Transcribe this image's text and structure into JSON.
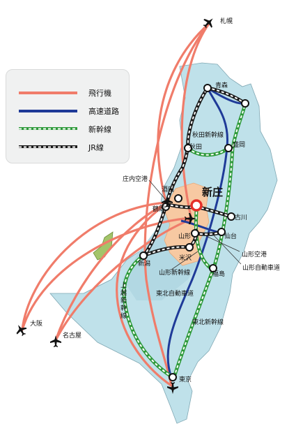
{
  "legend": {
    "airplane": "飛行機",
    "expressway": "高速道路",
    "shinkansen": "新幹線",
    "jr": "JR線"
  },
  "colors": {
    "airplane": "#f07c6a",
    "expressway": "#1f3a98",
    "shinkansen_green": "#2e9a3a",
    "jr_black": "#1a1a1a",
    "land": "#bfe1ea",
    "highlight_region": "#f7c9a2",
    "station_ring": "#e5302a"
  },
  "places": {
    "sapporo": "札幌",
    "aomori": "青森",
    "akita_shinkansen": "秋田新幹線",
    "akita": "秋田",
    "morioka": "盛岡",
    "shonai_airport": "庄内空港",
    "sakata": "酒田",
    "shinjo": "新庄",
    "tsuruoka": "鶴岡",
    "furukawa": "古川",
    "sendai": "仙台",
    "yamagata": "山形",
    "yamagata_airport": "山形空港",
    "yamagata_expressway": "山形自動車道",
    "yonezawa": "米沢",
    "niigata": "新潟",
    "fukushima": "福島",
    "yamagata_shinkansen": "山形新幹線",
    "joetsu_shinkansen": "上越新幹線",
    "tohoku_expressway": "東北自動車道",
    "tohoku_shinkansen": "東北新幹線",
    "osaka": "大阪",
    "nagoya": "名古屋",
    "tokyo": "東京"
  },
  "icons": {
    "airport": "airplane-icon",
    "station": "station-circle-icon",
    "focus": "focus-station-ring-icon"
  }
}
